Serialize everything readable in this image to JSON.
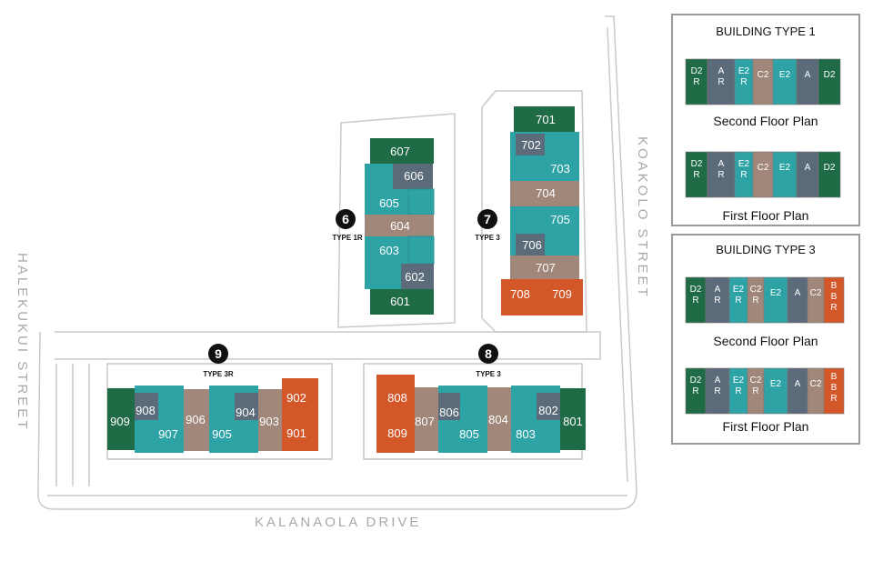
{
  "colors": {
    "dark_green": "#1e6b45",
    "teal": "#2ea3a6",
    "slate": "#5b6b7a",
    "taupe": "#a08779",
    "orange": "#d4572a",
    "outline": "#c9c9c9"
  },
  "streets": {
    "west": "HALEKUKUI STREET",
    "south": "KALANAOLA DRIVE",
    "east": "KOAKOLO STREET"
  },
  "buildings": [
    {
      "number": "6",
      "type": "TYPE 1R",
      "units": [
        {
          "id": "607",
          "color": "dark_green"
        },
        {
          "id": "606",
          "color": "slate"
        },
        {
          "id": "605",
          "color": "teal"
        },
        {
          "id": "604",
          "color": "taupe"
        },
        {
          "id": "603",
          "color": "teal"
        },
        {
          "id": "602",
          "color": "slate"
        },
        {
          "id": "601",
          "color": "dark_green"
        }
      ]
    },
    {
      "number": "7",
      "type": "TYPE 3",
      "units": [
        {
          "id": "701",
          "color": "dark_green"
        },
        {
          "id": "702",
          "color": "slate"
        },
        {
          "id": "703",
          "color": "teal"
        },
        {
          "id": "704",
          "color": "taupe"
        },
        {
          "id": "705",
          "color": "teal"
        },
        {
          "id": "706",
          "color": "slate"
        },
        {
          "id": "707",
          "color": "taupe"
        },
        {
          "id": "708",
          "color": "orange"
        },
        {
          "id": "709",
          "color": "orange"
        }
      ]
    },
    {
      "number": "9",
      "type": "TYPE 3R",
      "units": [
        {
          "id": "909",
          "color": "dark_green"
        },
        {
          "id": "908",
          "color": "slate"
        },
        {
          "id": "907",
          "color": "teal"
        },
        {
          "id": "906",
          "color": "taupe"
        },
        {
          "id": "905",
          "color": "teal"
        },
        {
          "id": "904",
          "color": "slate"
        },
        {
          "id": "903",
          "color": "taupe"
        },
        {
          "id": "902",
          "color": "orange"
        },
        {
          "id": "901",
          "color": "orange"
        }
      ]
    },
    {
      "number": "8",
      "type": "TYPE 3",
      "units": [
        {
          "id": "808",
          "color": "orange"
        },
        {
          "id": "809",
          "color": "orange"
        },
        {
          "id": "807",
          "color": "taupe"
        },
        {
          "id": "806",
          "color": "slate"
        },
        {
          "id": "805",
          "color": "teal"
        },
        {
          "id": "804",
          "color": "taupe"
        },
        {
          "id": "803",
          "color": "teal"
        },
        {
          "id": "802",
          "color": "slate"
        },
        {
          "id": "801",
          "color": "dark_green"
        }
      ]
    }
  ],
  "legend": {
    "type1": {
      "title": "BUILDING TYPE 1",
      "second_floor": "Second Floor Plan",
      "first_floor": "First Floor Plan",
      "second_units": [
        {
          "label": "D2 R",
          "color": "dark_green"
        },
        {
          "label": "A R",
          "color": "slate"
        },
        {
          "label": "E2 R",
          "color": "teal"
        },
        {
          "label": "C2",
          "color": "taupe"
        },
        {
          "label": "E2",
          "color": "teal"
        },
        {
          "label": "A",
          "color": "slate"
        },
        {
          "label": "D2",
          "color": "dark_green"
        }
      ],
      "first_units": [
        {
          "label": "D2 R",
          "color": "dark_green"
        },
        {
          "label": "A R",
          "color": "slate"
        },
        {
          "label": "E2 R",
          "color": "teal"
        },
        {
          "label": "C2",
          "color": "taupe"
        },
        {
          "label": "E2",
          "color": "teal"
        },
        {
          "label": "A",
          "color": "slate"
        },
        {
          "label": "D2",
          "color": "dark_green"
        }
      ]
    },
    "type3": {
      "title": "BUILDING TYPE 3",
      "second_floor": "Second Floor Plan",
      "first_floor": "First Floor Plan",
      "second_units": [
        {
          "label": "D2 R",
          "color": "dark_green"
        },
        {
          "label": "A R",
          "color": "slate"
        },
        {
          "label": "E2 R",
          "color": "teal"
        },
        {
          "label": "C2 R",
          "color": "taupe"
        },
        {
          "label": "E2",
          "color": "teal"
        },
        {
          "label": "A",
          "color": "slate"
        },
        {
          "label": "C2",
          "color": "taupe"
        },
        {
          "label": "B B R",
          "color": "orange"
        }
      ],
      "first_units": [
        {
          "label": "D2 R",
          "color": "dark_green"
        },
        {
          "label": "A R",
          "color": "slate"
        },
        {
          "label": "E2 R",
          "color": "teal"
        },
        {
          "label": "C2 R",
          "color": "taupe"
        },
        {
          "label": "E2",
          "color": "teal"
        },
        {
          "label": "A",
          "color": "slate"
        },
        {
          "label": "C2",
          "color": "taupe"
        },
        {
          "label": "B B R",
          "color": "orange"
        }
      ]
    }
  }
}
